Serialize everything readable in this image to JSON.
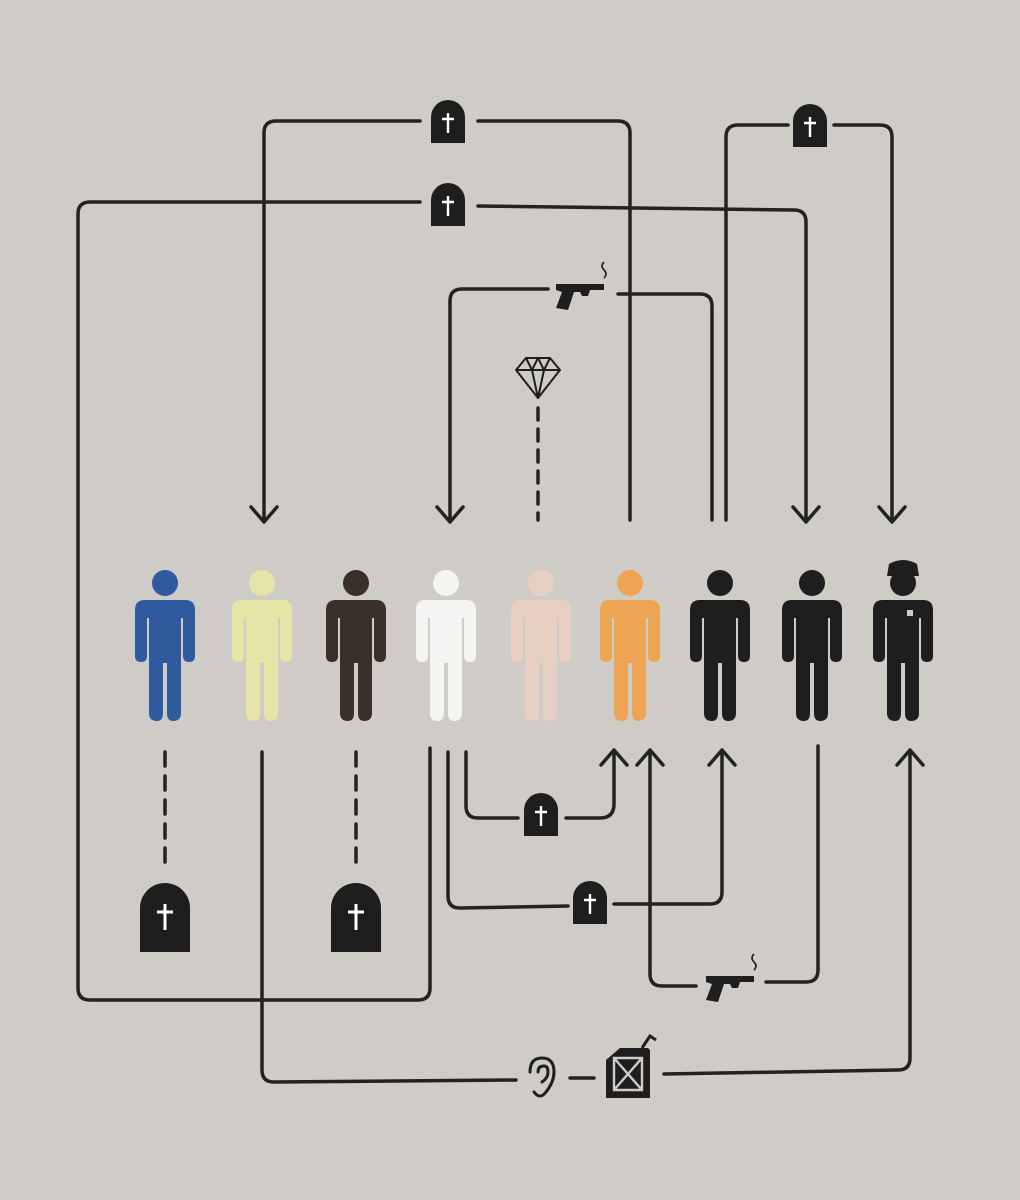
{
  "diagram": {
    "background": "#cfccc8",
    "ink": "#222222",
    "figures": [
      {
        "name": "blue",
        "color": "#2f5a9e",
        "hat": false
      },
      {
        "name": "pale-yellow",
        "color": "#e4e5a6",
        "hat": false
      },
      {
        "name": "dark-brown",
        "color": "#3a302a",
        "hat": false
      },
      {
        "name": "white",
        "color": "#f4f4f2",
        "hat": false
      },
      {
        "name": "pink",
        "color": "#e8cfc4",
        "hat": false
      },
      {
        "name": "orange",
        "color": "#eda453",
        "hat": false
      },
      {
        "name": "black-1",
        "color": "#1e1e1e",
        "hat": false
      },
      {
        "name": "black-2",
        "color": "#1e1e1e",
        "hat": false
      },
      {
        "name": "police-officer",
        "color": "#1e1e1e",
        "hat": true
      }
    ],
    "icons": [
      {
        "name": "tombstone-icon-top-1"
      },
      {
        "name": "tombstone-icon-top-2"
      },
      {
        "name": "tombstone-icon-top-3"
      },
      {
        "name": "gun-icon-top"
      },
      {
        "name": "diamond-icon"
      },
      {
        "name": "tombstone-icon-bottom-blue"
      },
      {
        "name": "tombstone-icon-bottom-brown"
      },
      {
        "name": "tombstone-icon-mid-1"
      },
      {
        "name": "tombstone-icon-mid-2"
      },
      {
        "name": "gun-icon-bottom"
      },
      {
        "name": "ear-icon"
      },
      {
        "name": "jerrycan-icon"
      }
    ]
  }
}
